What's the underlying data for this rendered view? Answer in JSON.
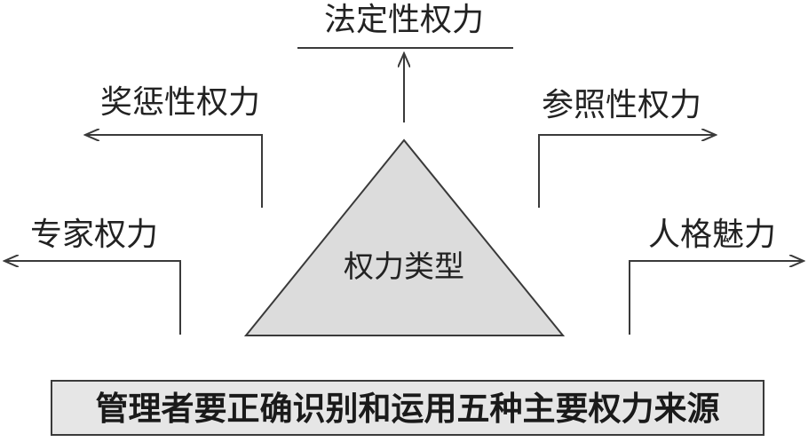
{
  "center": {
    "label": "权力类型"
  },
  "nodes": {
    "top": "法定性权力",
    "upper_left": "奖惩性权力",
    "upper_right": "参照性权力",
    "lower_left": "专家权力",
    "lower_right": "人格魅力"
  },
  "caption": "管理者要正确识别和运用五种主要权力来源",
  "colors": {
    "triangle_fill": "#dcdcdc",
    "caption_fill": "#e6e6e6",
    "stroke": "#3a3a3a",
    "text": "#222222"
  }
}
